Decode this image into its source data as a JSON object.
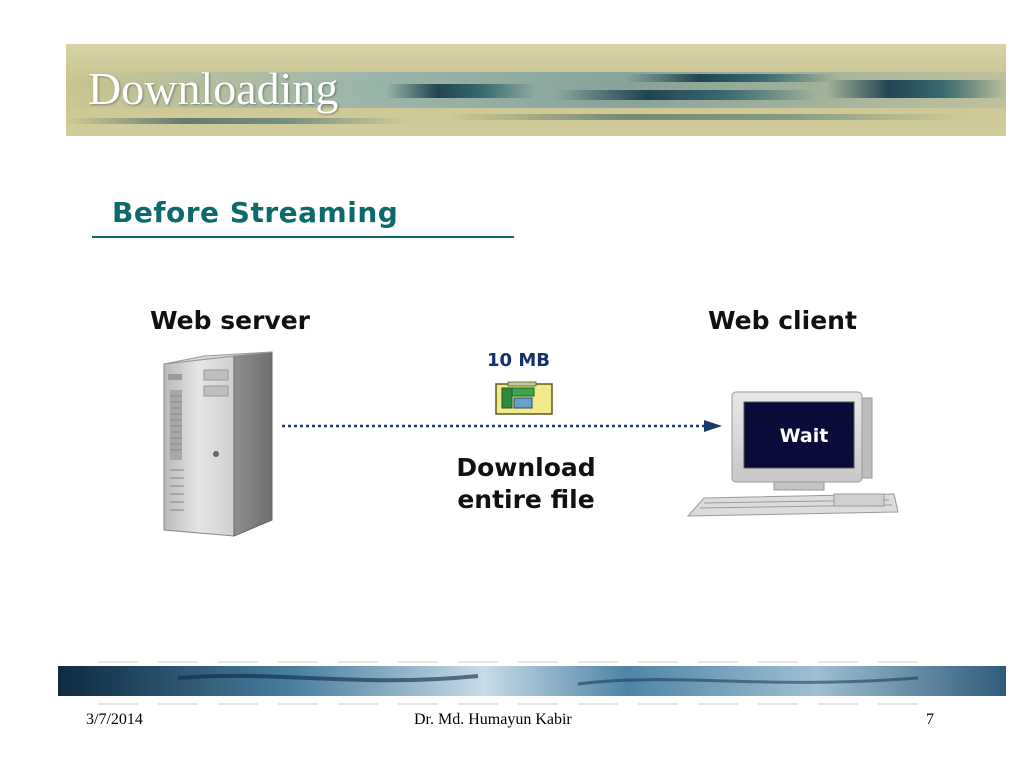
{
  "slide": {
    "title": "Downloading",
    "section_heading": "Before Streaming"
  },
  "diagram": {
    "server_label": "Web server",
    "client_label": "Web client",
    "file_size": "10 MB",
    "action_line1": "Download",
    "action_line2": "entire file",
    "screen_text": "Wait"
  },
  "footer": {
    "date": "3/7/2014",
    "author": "Dr. Md. Humayun Kabir",
    "page_number": "7"
  },
  "colors": {
    "heading": "#0e6a6a",
    "arrow": "#1a3a6b",
    "screen": "#0b0b3a"
  },
  "icons": [
    "server-tower-icon",
    "client-computer-icon",
    "file-icon",
    "arrow-icon"
  ]
}
